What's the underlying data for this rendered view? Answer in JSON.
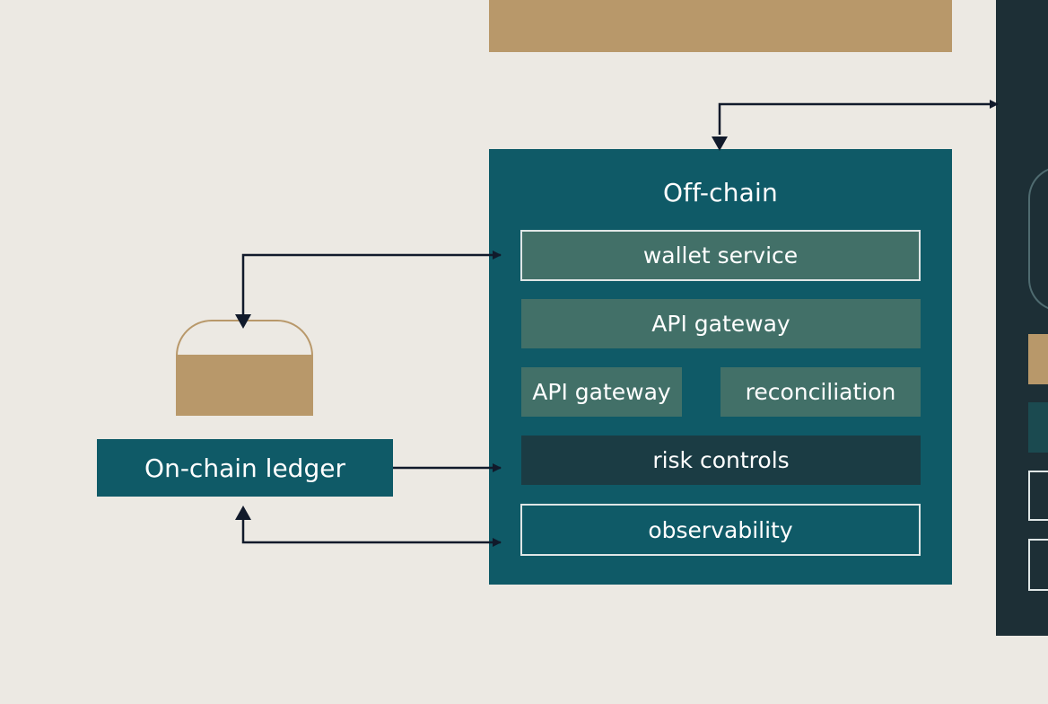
{
  "diagram": {
    "offchain_title": "Off-chain",
    "components": {
      "wallet_service": "wallet service",
      "api_gateway_main": "API gateway",
      "api_gateway_small": "API gateway",
      "reconciliation": "reconciliation",
      "risk_controls": "risk controls",
      "observability": "observability"
    },
    "onchain_label": "On-chain ledger"
  },
  "colors": {
    "background": "#ece9e3",
    "teal": "#0f5a67",
    "tan": "#b8986a",
    "dark_navy": "#1d2f36",
    "muted_green": "#427068",
    "arrow": "#111a2b"
  }
}
